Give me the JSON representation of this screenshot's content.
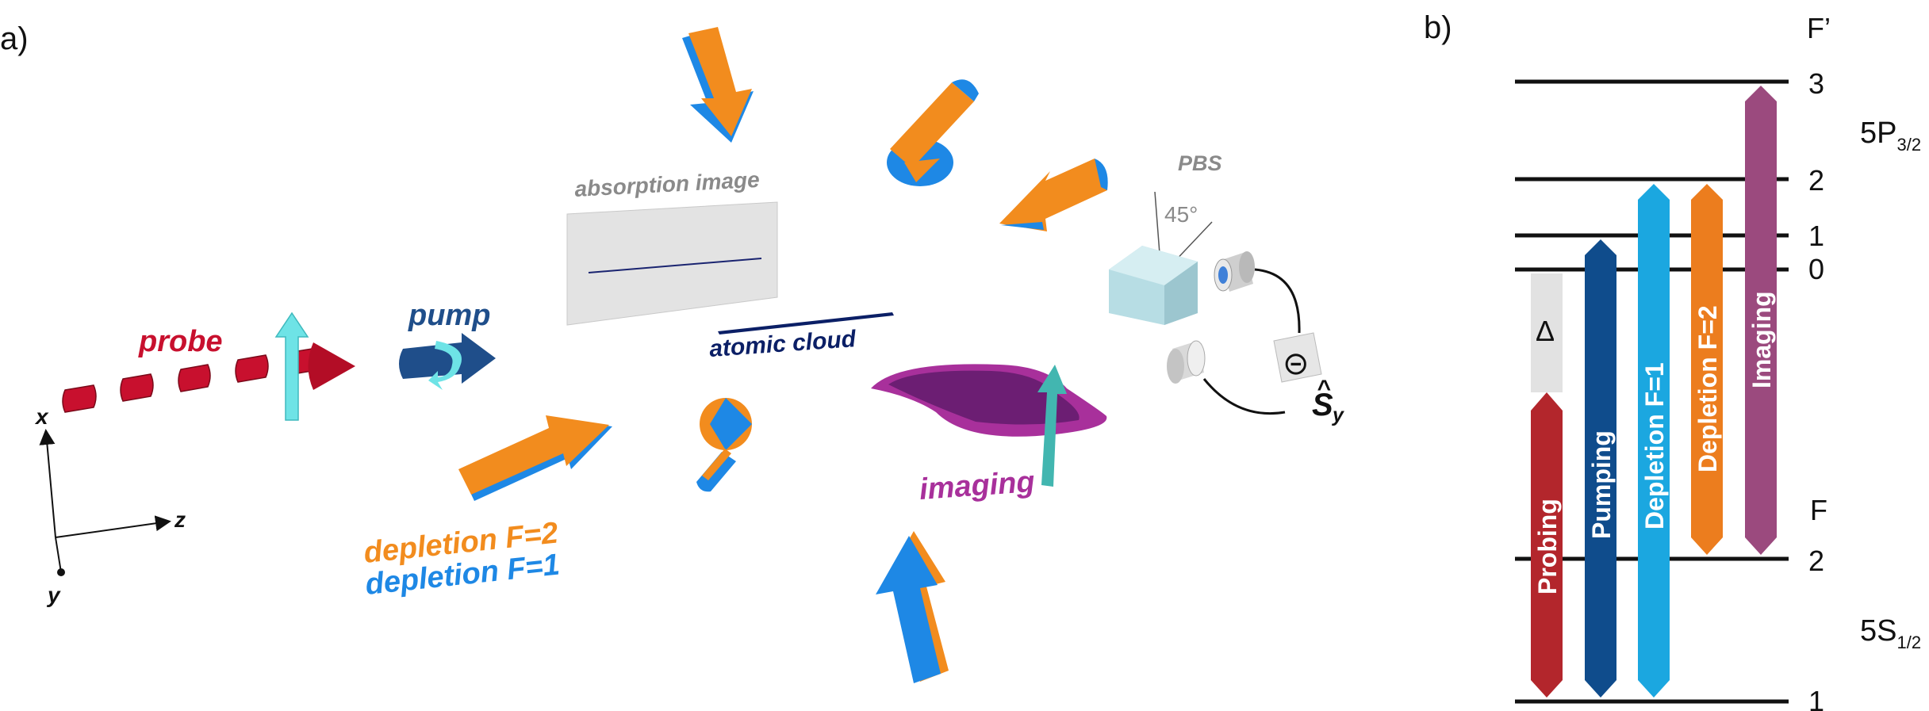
{
  "panel_a": {
    "tag": "a)",
    "probe": "probe",
    "pump": "pump",
    "absorption_image": "absorption image",
    "atomic_cloud": "atomic cloud",
    "imaging": "imaging",
    "depletion_f2": "depletion F=2",
    "depletion_f1": "depletion F=1",
    "pbs": "PBS",
    "angle": "45°",
    "detector_symbol": "⊝",
    "operator_s": "S",
    "operator_hat": "^",
    "operator_sub": "y",
    "axes": {
      "x": "x",
      "y": "y",
      "z": "z"
    }
  },
  "panel_b": {
    "tag": "b)",
    "excited_header": "F’",
    "ground_header": "F",
    "excited_state": {
      "main": "5P",
      "sub": "3/2"
    },
    "ground_state": {
      "main": "5S",
      "sub": "1/2"
    },
    "excited_levels": [
      "3",
      "2",
      "1",
      "0"
    ],
    "ground_levels": [
      "2",
      "1"
    ],
    "detuning": "Δ",
    "transitions": [
      {
        "label": "Probing",
        "color": "#b3262c"
      },
      {
        "label": "Pumping",
        "color": "#0f4c8c"
      },
      {
        "label": "Depletion F=1",
        "color": "#1ba7e0"
      },
      {
        "label": "Depletion F=2",
        "color": "#ec7d1e"
      },
      {
        "label": "Imaging",
        "color": "#9b4a7e"
      }
    ]
  },
  "colors": {
    "probe": "#c8102e",
    "pump": "#1f4e8a",
    "depletion_orange": "#f28c1e",
    "depletion_blue": "#1e88e5",
    "imaging": "#a8309b",
    "imaging_beam": "#42b6b0",
    "cyan_arrow": "#6ee3e6",
    "atomic_cloud": "#0b1f66",
    "gray_text": "#8a8a8a"
  }
}
